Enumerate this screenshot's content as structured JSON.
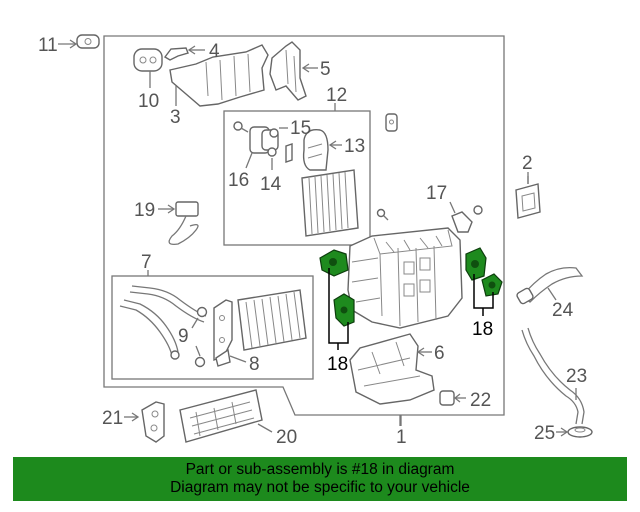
{
  "callouts": {
    "c1": "1",
    "c2": "2",
    "c3": "3",
    "c4": "4",
    "c5": "5",
    "c6": "6",
    "c7": "7",
    "c8": "8",
    "c9": "9",
    "c10": "10",
    "c11": "11",
    "c12": "12",
    "c13": "13",
    "c14": "14",
    "c15": "15",
    "c16": "16",
    "c17": "17",
    "c18a": "18",
    "c18b": "18",
    "c19": "19",
    "c20": "20",
    "c21": "21",
    "c22": "22",
    "c23": "23",
    "c24": "24",
    "c25": "25"
  },
  "banner": {
    "line1": "Part or sub-assembly is #18 in diagram",
    "line2": "Diagram may not be specific to your vehicle"
  },
  "colors": {
    "highlight": "#1e8a1e",
    "banner": "#1d8a1d"
  }
}
